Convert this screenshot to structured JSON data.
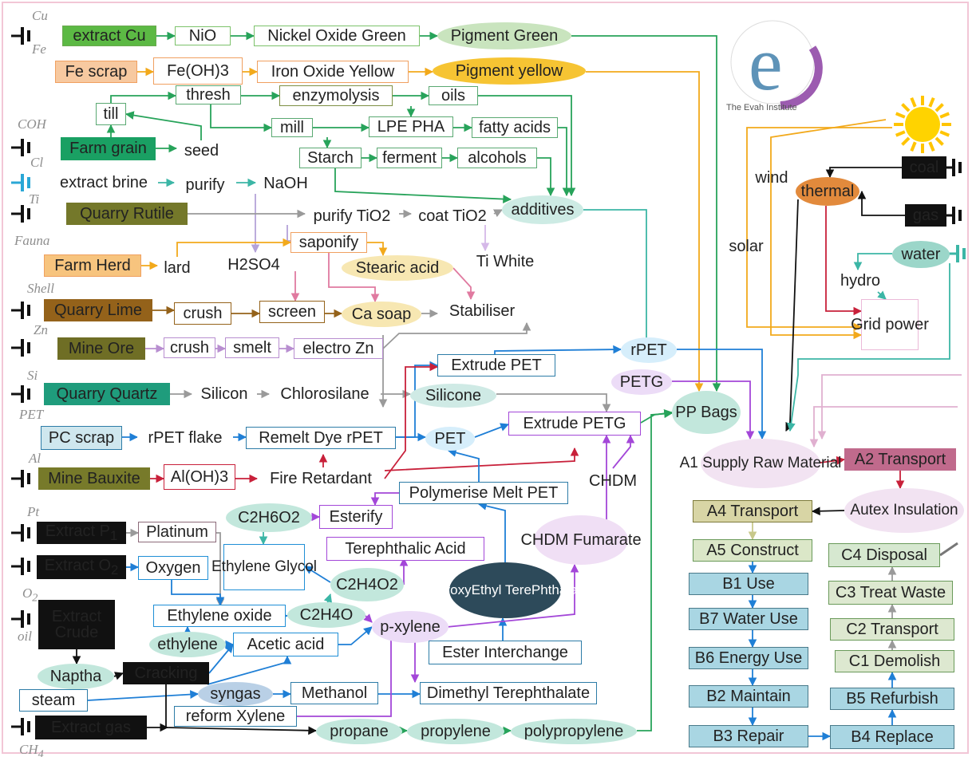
{
  "source_labels": [
    {
      "id": "cu",
      "text": "Cu"
    },
    {
      "id": "fe",
      "text": "Fe"
    },
    {
      "id": "coh",
      "text": "COH"
    },
    {
      "id": "cl",
      "text": "Cl"
    },
    {
      "id": "ti",
      "text": "Ti"
    },
    {
      "id": "fauna",
      "text": "Fauna"
    },
    {
      "id": "shell",
      "text": "Shell"
    },
    {
      "id": "zn",
      "text": "Zn"
    },
    {
      "id": "si",
      "text": "Si"
    },
    {
      "id": "pet",
      "text": "PET"
    },
    {
      "id": "al",
      "text": "Al"
    },
    {
      "id": "pt",
      "text": "Pt"
    },
    {
      "id": "o2",
      "text": "O2"
    },
    {
      "id": "oil",
      "text": "oil"
    },
    {
      "id": "ch4",
      "text": "CH4"
    }
  ],
  "logo": {
    "letter": "e",
    "caption": "The Evah Institute"
  },
  "nodes": {
    "extract_cu": "extract Cu",
    "nio": "NiO",
    "nickel_oxide_green": "Nickel Oxide Green",
    "pigment_green": "Pigment Green",
    "fe_scrap": "Fe scrap",
    "feoh3": "Fe(OH)3",
    "iron_oxide_yellow": "Iron Oxide Yellow",
    "pigment_yellow": "Pigment yellow",
    "thresh": "thresh",
    "enzymolysis": "enzymolysis",
    "oils": "oils",
    "till": "till",
    "mill": "mill",
    "lpe_pha": "LPE PHA",
    "fatty_acids": "fatty acids",
    "farm_grain": "Farm grain",
    "seed": "seed",
    "starch": "Starch",
    "ferment": "ferment",
    "alcohols": "alcohols",
    "extract_brine": "extract brine",
    "purify": "purify",
    "naoh": "NaOH",
    "quarry_rutile": "Quarry Rutile",
    "purify_tio2": "purify TiO2",
    "coat_tio2": "coat TiO2",
    "additives": "additives",
    "farm_herd": "Farm Herd",
    "lard": "lard",
    "h2so4": "H2SO4",
    "saponify": "saponify",
    "stearic_acid": "Stearic acid",
    "ti_white": "Ti White",
    "quarry_lime": "Quarry Lime",
    "crush1": "crush",
    "screen": "screen",
    "ca_soap": "Ca soap",
    "stabiliser": "Stabiliser",
    "mine_ore": "Mine Ore",
    "crush2": "crush",
    "smelt": "smelt",
    "electro_zn": "electro Zn",
    "rpet": "rPET",
    "extrude_pet": "Extrude PET",
    "petg": "PETG",
    "quarry_quartz": "Quarry Quartz",
    "silicon": "Silicon",
    "chlorosilane": "Chlorosilane",
    "silicone": "Silicone",
    "pp_bags": "PP Bags",
    "pc_scrap": "PC scrap",
    "rpet_flake": "rPET flake",
    "remelt_dye": "Remelt Dye rPET",
    "pet": "PET",
    "extrude_petg": "Extrude PETG",
    "a1": "A1 Supply Raw Material",
    "a2": "A2 Transport",
    "mine_bauxite": "Mine Bauxite",
    "aloh3": "Al(OH)3",
    "fire_retardant": "Fire Retardant",
    "chdm": "CHDM",
    "polymerise": "Polymerise Melt PET",
    "a4": "A4 Transport",
    "autex": "Autex Insulation",
    "extract_p": "Extract P1",
    "platinum": "Platinum",
    "c2h6o2": "C2H6O2",
    "esterify": "Esterify",
    "chdm_fumarate": "CHDM Fumarate",
    "a5": "A5 Construct",
    "c4": "C4 Disposal",
    "extract_o2": "Extract O2",
    "oxygen": "Oxygen",
    "ethylene_glycol": "Ethylene Glycol",
    "terephthalic": "Terephthalic Acid",
    "c2h4o2": "C2H4O2",
    "hydroxy": "HydroxyEthyl TerePhthalate",
    "b1": "B1 Use",
    "c3": "C3 Treat Waste",
    "extract_crude": "Extract Crude",
    "ethylene_oxide": "Ethylene oxide",
    "c2h4o": "C2H4O",
    "p_xylene": "p-xylene",
    "b7": "B7 Water Use",
    "c2": "C2 Transport",
    "ethylene": "ethylene",
    "acetic_acid": "Acetic acid",
    "ester_interchange": "Ester Interchange",
    "b6": "B6 Energy Use",
    "c1": "C1 Demolish",
    "naptha": "Naptha",
    "cracking": "Cracking",
    "syngas": "syngas",
    "methanol": "Methanol",
    "dimethyl": "Dimethyl Terephthalate",
    "b2": "B2 Maintain",
    "b5": "B5 Refurbish",
    "steam": "steam",
    "reform_xylene": "reform Xylene",
    "extract_gas": "Extract gas",
    "propane": "propane",
    "propylene": "propylene",
    "polypropylene": "polypropylene",
    "b3": "B3 Repair",
    "b4": "B4 Replace",
    "wind": "wind",
    "coal": "coal",
    "thermal": "thermal",
    "gas_src": "gas",
    "solar": "solar",
    "water": "water",
    "hydro": "hydro",
    "grid_power": "Grid power"
  },
  "colors": {
    "green": "#27a35a",
    "yellow": "#f2a91b",
    "grey": "#9a9a9a",
    "blue": "#1f7fd6",
    "purple": "#a347d8",
    "red": "#c8203a",
    "teal": "#3cb6a6",
    "black": "#111111"
  }
}
